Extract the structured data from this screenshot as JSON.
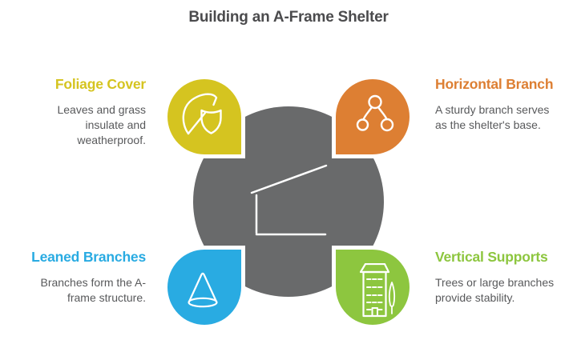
{
  "title": "Building an A-Frame Shelter",
  "colors": {
    "title_text": "#4b4b4d",
    "body_text": "#58595b",
    "circle": "#696a6b",
    "shelter_line": "#ffffff",
    "icon_stroke": "#ffffff"
  },
  "center": {
    "illustration": "a-frame shelter outline"
  },
  "steps": [
    {
      "label": "Foliage Cover",
      "description": "Leaves and grass\ninsulate and\nweatherproof.",
      "color": "#d5c420",
      "icon": "leaf-shield",
      "position": "top-left"
    },
    {
      "label": "Horizontal Branch",
      "description": "A sturdy branch serves\nas the shelter's base.",
      "color": "#dd7f33",
      "icon": "branch-nodes",
      "position": "top-right"
    },
    {
      "label": "Leaned Branches",
      "description": "Branches form the A-\nframe structure.",
      "color": "#29abe2",
      "icon": "cone",
      "position": "bottom-left"
    },
    {
      "label": "Vertical Supports",
      "description": "Trees or large branches\nprovide stability.",
      "color": "#8dc63f",
      "icon": "building-tree",
      "position": "bottom-right"
    }
  ]
}
